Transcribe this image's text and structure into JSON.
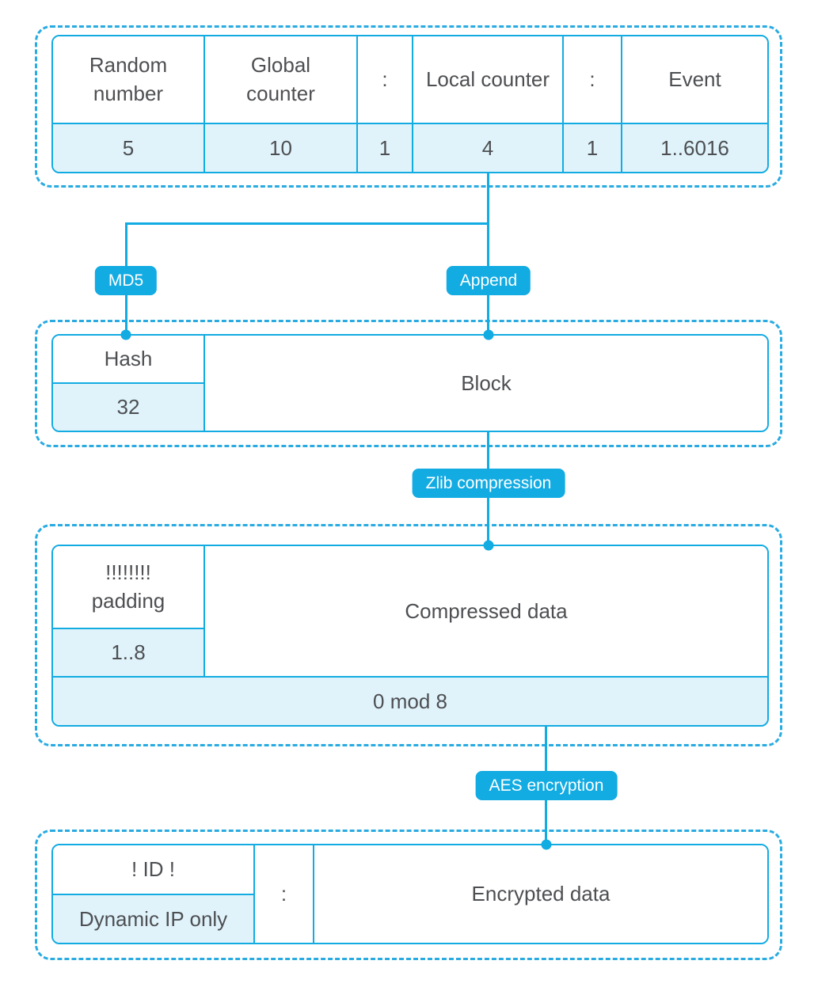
{
  "colors": {
    "accent": "#12abe2",
    "dashed_border": "#29abe2",
    "light_fill": "#e0f3fb",
    "text": "#4d4f52"
  },
  "packet": {
    "columns": [
      {
        "header": "Random number",
        "value": "5"
      },
      {
        "header": "Global counter",
        "value": "10"
      },
      {
        "header": ":",
        "value": "1"
      },
      {
        "header": "Local counter",
        "value": "4"
      },
      {
        "header": ":",
        "value": "1"
      },
      {
        "header": "Event",
        "value": "1..6016"
      }
    ]
  },
  "operations": {
    "md5": "MD5",
    "append": "Append",
    "zlib": "Zlib compression",
    "aes": "AES encryption"
  },
  "hash_block": {
    "hash_header": "Hash",
    "hash_value": "32",
    "block_label": "Block"
  },
  "compressed": {
    "padding_marks": "!!!!!!!!",
    "padding_label": "padding",
    "padding_value": "1..8",
    "data_label": "Compressed data",
    "alignment": "0 mod 8"
  },
  "encrypted": {
    "id_header": "! ID !",
    "id_value": "Dynamic IP only",
    "separator": ":",
    "data_label": "Encrypted data"
  }
}
